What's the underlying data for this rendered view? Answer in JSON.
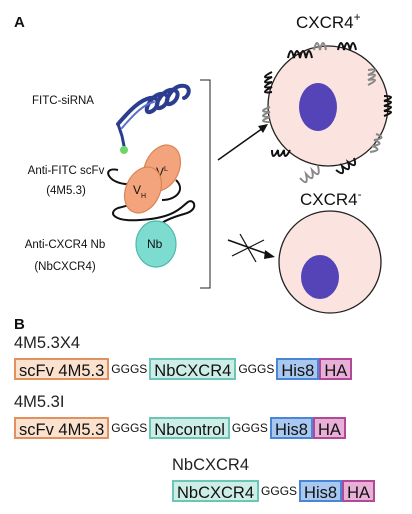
{
  "panel_a": {
    "letter": "A",
    "labels": {
      "fitc_sirna": "FITC-siRNA",
      "scfv_line1": "Anti-FITC scFv",
      "scfv_line2": "(4M5.3)",
      "nb_line1": "Anti-CXCR4 Nb",
      "nb_line2": "(NbCXCR4)"
    },
    "domain_labels": {
      "vl": "V",
      "vl_sub": "L",
      "vh": "V",
      "vh_sub": "H",
      "nb": "Nb"
    },
    "cell_pos": {
      "name": "CXCR4",
      "sign": "+"
    },
    "cell_neg": {
      "name": "CXCR4",
      "sign": "-"
    }
  },
  "panel_b": {
    "letter": "B",
    "constructs": [
      {
        "name": "4M5.3X4",
        "segments": [
          {
            "type": "scfv",
            "text": "scFv 4M5.3"
          },
          {
            "type": "linker",
            "text": "GGGS"
          },
          {
            "type": "nb",
            "text": "NbCXCR4"
          },
          {
            "type": "linker",
            "text": "GGGS"
          },
          {
            "type": "his",
            "text": "His8"
          },
          {
            "type": "ha",
            "text": "HA"
          }
        ]
      },
      {
        "name": "4M5.3I",
        "segments": [
          {
            "type": "scfv",
            "text": "scFv 4M5.3"
          },
          {
            "type": "linker",
            "text": "GGGS"
          },
          {
            "type": "nb",
            "text": "Nbcontrol"
          },
          {
            "type": "linker",
            "text": "GGGS"
          },
          {
            "type": "his",
            "text": "His8"
          },
          {
            "type": "ha",
            "text": "HA"
          }
        ]
      },
      {
        "name": "NbCXCR4",
        "segments": [
          {
            "type": "nb",
            "text": "NbCXCR4"
          },
          {
            "type": "linker",
            "text": "GGGS"
          },
          {
            "type": "his",
            "text": "His8"
          },
          {
            "type": "ha",
            "text": "HA"
          }
        ]
      }
    ]
  },
  "colors": {
    "scfv_fill": "#f3a47c",
    "nb_fill": "#7ddcd0",
    "sirna": "#2a3d8f",
    "fitc": "#6cd66c",
    "cell_fill": "#fbe3df",
    "nucleus": "#5544b8"
  }
}
